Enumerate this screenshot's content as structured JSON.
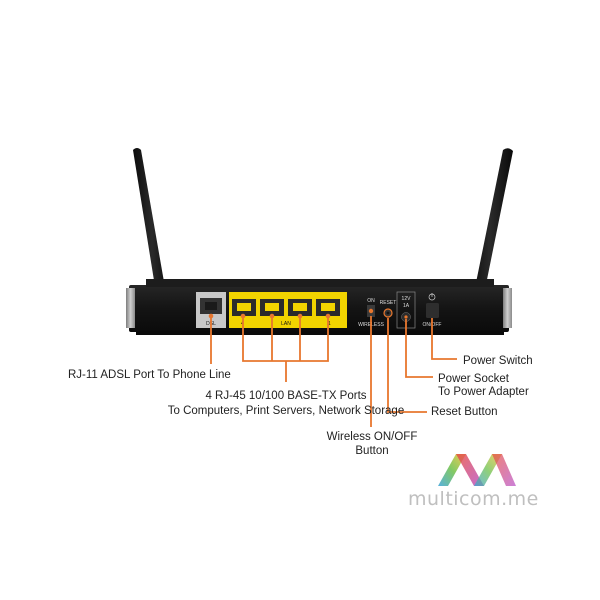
{
  "device": {
    "port_labels": {
      "dsl": "DSL",
      "lan": "LAN",
      "port1": "1",
      "port4": "4",
      "on": "ON",
      "wireless": "WIRELESS",
      "reset": "RESET",
      "volt": "12V",
      "amp": "1A",
      "onoff": "ON/OFF"
    }
  },
  "callouts": {
    "rj11": "RJ-11 ADSL Port To Phone Line",
    "rj45_line1": "4 RJ-45 10/100 BASE-TX Ports",
    "rj45_line2": "To Computers, Print Servers, Network Storage",
    "wireless_line1": "Wireless ON/OFF",
    "wireless_line2": "Button",
    "reset": "Reset Button",
    "power_socket_line1": "Power Socket",
    "power_socket_line2": "To Power Adapter",
    "power_switch": "Power Switch"
  },
  "watermark": {
    "text": "multicom.me"
  },
  "colors": {
    "callout_line": "#e8772e",
    "lan_yellow": "#f2d400",
    "chassis": "#1a1a1a"
  }
}
